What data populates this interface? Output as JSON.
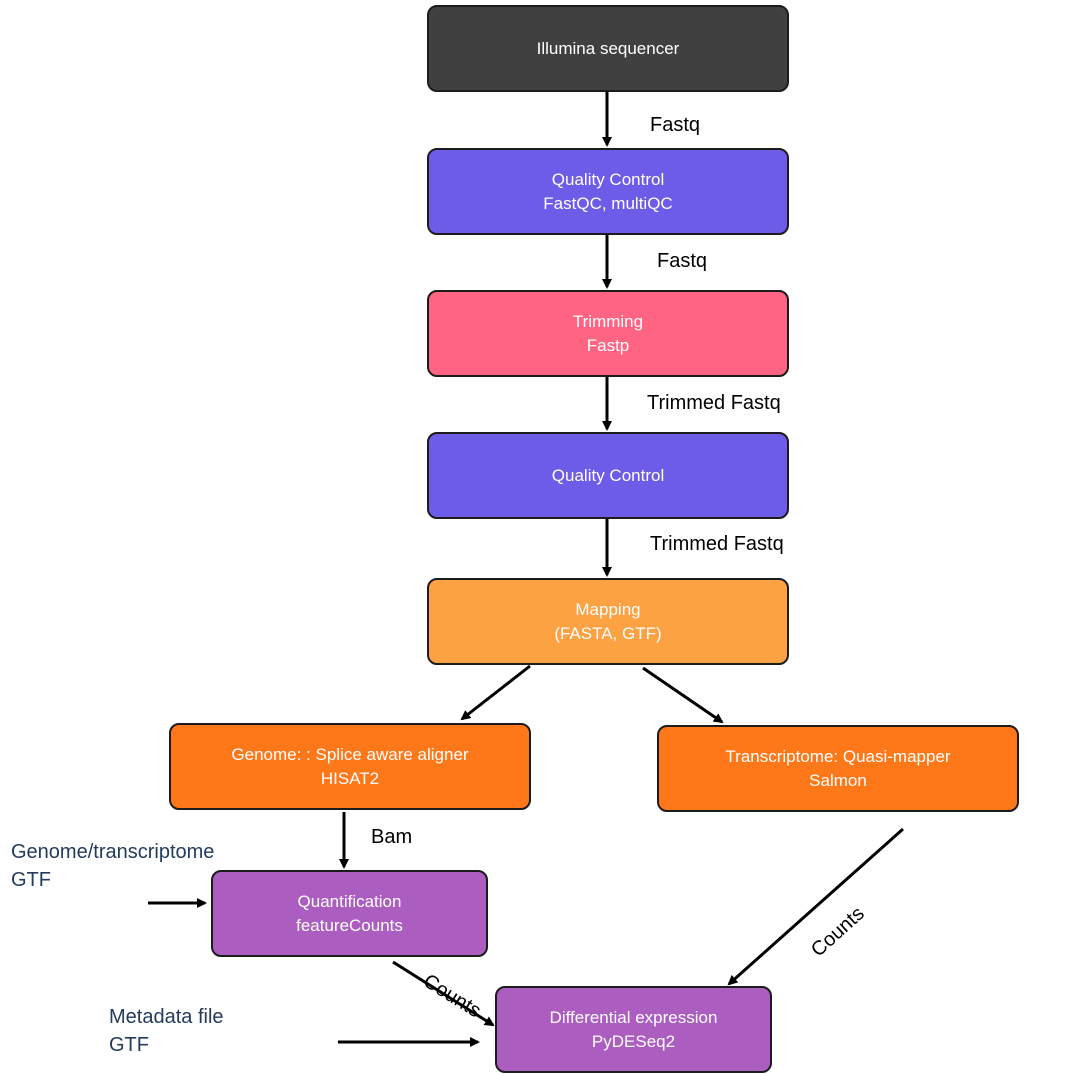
{
  "nodes": {
    "sequencer": {
      "line1": "Illumina sequencer",
      "line2": ""
    },
    "qc1": {
      "line1": "Quality Control",
      "line2": "FastQC, multiQC"
    },
    "trimming": {
      "line1": "Trimming",
      "line2": "Fastp"
    },
    "qc2": {
      "line1": "Quality Control",
      "line2": ""
    },
    "mapping": {
      "line1": "Mapping",
      "line2": "(FASTA, GTF)"
    },
    "genome": {
      "line1": "Genome: : Splice aware aligner",
      "line2": "HISAT2"
    },
    "transcriptome": {
      "line1": "Transcriptome: Quasi-mapper",
      "line2": "Salmon"
    },
    "quantification": {
      "line1": "Quantification",
      "line2": "featureCounts"
    },
    "diffexp": {
      "line1": "Differential expression",
      "line2": "PyDESeq2"
    }
  },
  "edge_labels": {
    "seq_to_qc1": "Fastq",
    "qc1_to_trim": "Fastq",
    "trim_to_qc2": "Trimmed Fastq",
    "qc2_to_map": "Trimmed Fastq",
    "genome_to_quant": "Bam",
    "quant_to_diff": "Counts",
    "transcriptome_to_diff": "Counts"
  },
  "inputs": {
    "quant_input": {
      "line1": "Genome/transcriptome",
      "line2": "GTF"
    },
    "diffexp_input": {
      "line1": "Metadata file",
      "line2": "GTF"
    }
  }
}
